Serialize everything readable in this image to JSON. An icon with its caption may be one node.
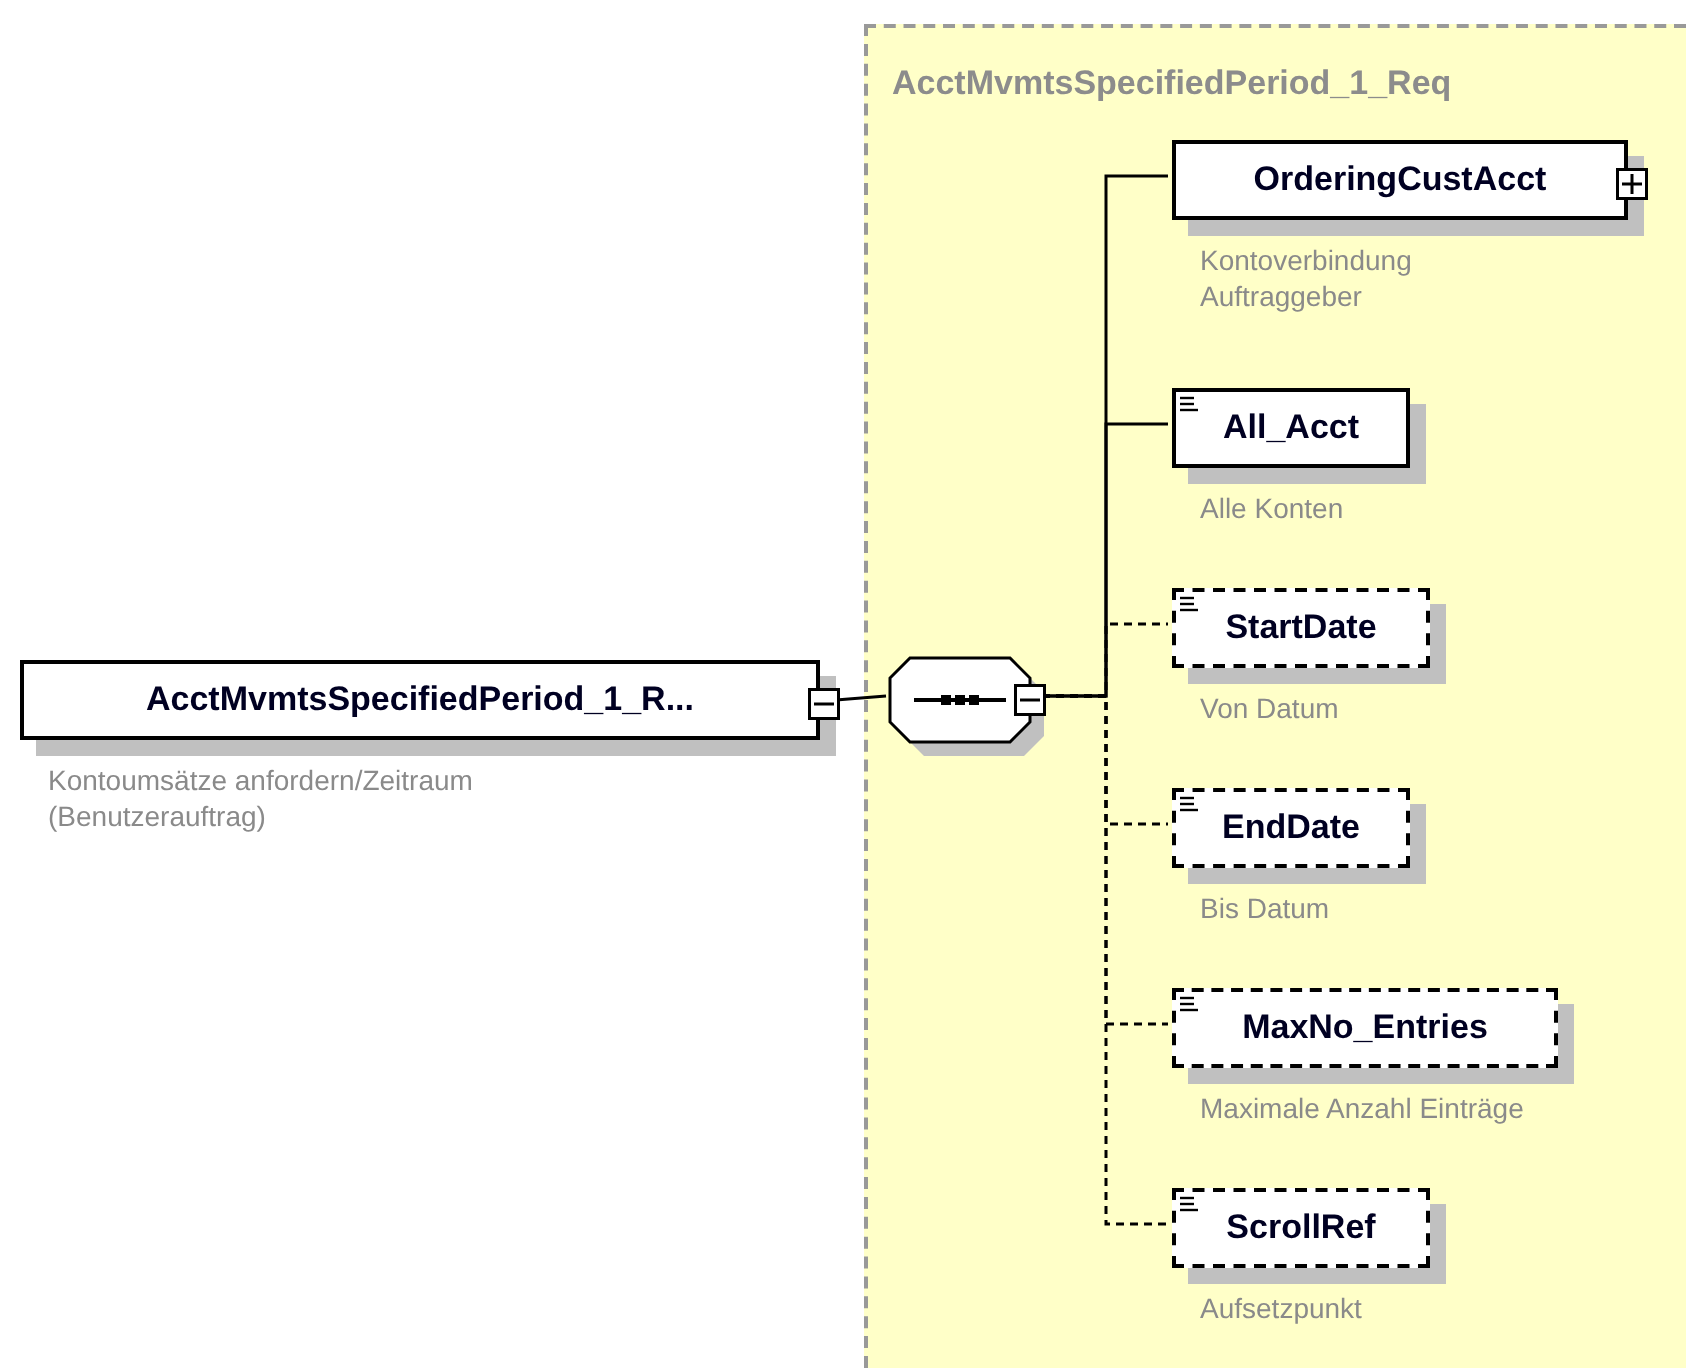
{
  "diagram": {
    "nodes": [
      {
        "text": [
          "AcctMvmtsSpecifiedPeriod_1_R..."
        ],
        "beside": [
          "Kontoumsätze anfordern/Zeitraum (Benutzerauftrag)"
        ]
      },
      {
        "text": [
          "AcctMvmtsSpecifiedPeriod_1_Req"
        ]
      },
      {
        "text": [],
        "shape": "octagon",
        "in": 1
      },
      {
        "text": [
          "OrderingCustAcct"
        ],
        "beside": [
          "Kontoverbindung Auftraggeber"
        ],
        "in": 1
      },
      {
        "text": [
          "All_Acct"
        ],
        "beside": [
          "Alle Konten"
        ],
        "in": 1
      },
      {
        "text": [
          "StartDate"
        ],
        "beside": [
          "Von Datum"
        ],
        "in": 1
      },
      {
        "text": [
          "EndDate"
        ],
        "beside": [
          "Bis Datum"
        ],
        "in": 1
      },
      {
        "text": [
          "MaxNo_Entries"
        ],
        "beside": [
          "Maximale Anzahl Einträge"
        ],
        "in": 1
      },
      {
        "text": [
          "ScrollRef"
        ],
        "beside": [
          "Aufsetzpunkt"
        ],
        "in": 1
      }
    ],
    "edges": [
      {
        "from": 0,
        "to": 2,
        "arrow": "none"
      },
      {
        "from": 2,
        "to": 3,
        "arrow": "none"
      },
      {
        "from": 2,
        "to": 4,
        "arrow": "none"
      },
      {
        "from": 2,
        "to": 5,
        "arrow": "none",
        "style": "dashed"
      },
      {
        "from": 2,
        "to": 6,
        "arrow": "none",
        "style": "dashed"
      },
      {
        "from": 2,
        "to": 7,
        "arrow": "none",
        "style": "dashed"
      },
      {
        "from": 2,
        "to": 8,
        "arrow": "none",
        "style": "dashed"
      }
    ]
  }
}
